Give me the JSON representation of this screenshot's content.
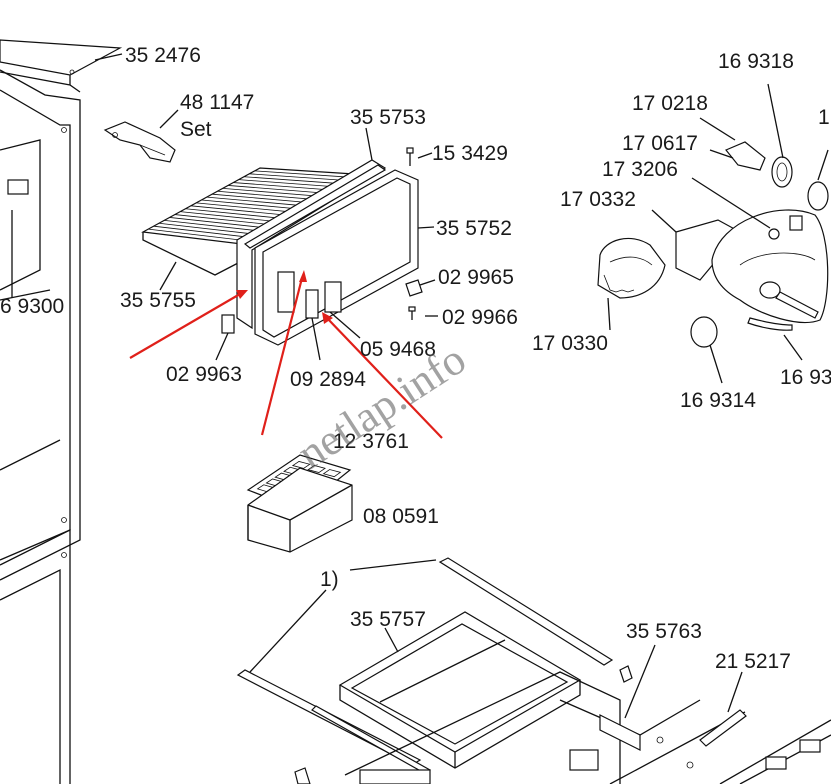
{
  "diagram": {
    "labels": {
      "p352476": "35 2476",
      "p481147": "48 1147",
      "set": "Set",
      "p355753": "35 5753",
      "p153429": "15 3429",
      "p355752": "35 5752",
      "p029965": "02 9965",
      "p029966": "02 9966",
      "p355755": "35 5755",
      "p029963": "02 9963",
      "p092894": "09 2894",
      "p059468": "05 9468",
      "p169300": "6 9300",
      "p169318": "16 9318",
      "p170218": "17 0218",
      "p170617": "17 0617",
      "p173206": "17 3206",
      "p170332": "17 0332",
      "p170330": "17 0330",
      "p169314": "16 9314",
      "p1693cut": "16 93",
      "p1cut": "1",
      "p123761": "12 3761",
      "p080591": "08 0591",
      "note1": "1)",
      "p355757": "35 5757",
      "p355763": "35 5763",
      "p215217": "21 5217"
    },
    "watermark": "netlap.info",
    "colors": {
      "line": "#111111",
      "arrow": "#e0201a",
      "watermark": "#555555"
    }
  }
}
